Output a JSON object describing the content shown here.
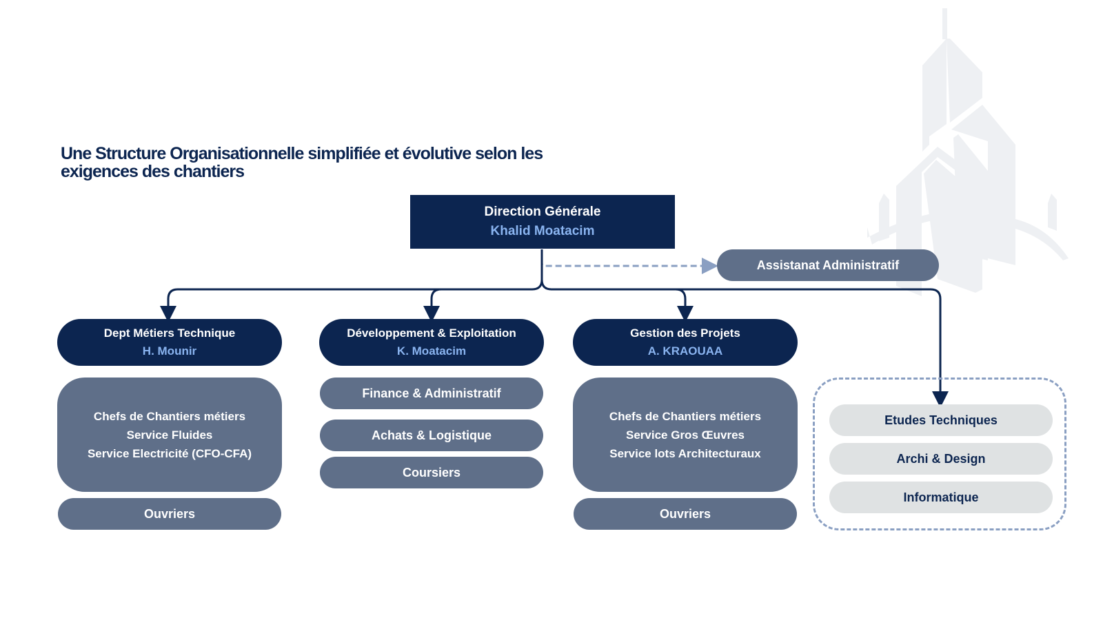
{
  "title": {
    "line1": "Une Structure Organisationnelle simplifiée et évolutive selon les",
    "line2": "exigences des chantiers"
  },
  "colors": {
    "navy": "#0c2550",
    "slate": "#5f6f89",
    "light_gray": "#dfe2e3",
    "name_blue": "#8ab4f0",
    "dashed_blue": "#8a9fc2",
    "watermark": "#eef0f3"
  },
  "direction": {
    "title": "Direction Générale",
    "name": "Khalid Moatacim"
  },
  "assistant": {
    "label": "Assistanat Administratif"
  },
  "departments": [
    {
      "title": "Dept Métiers Technique",
      "name": "H. Mounir",
      "units": [
        {
          "lines": [
            "Chefs de Chantiers métiers",
            "Service Fluides",
            "Service Electricité (CFO-CFA)"
          ]
        },
        {
          "lines": [
            "Ouvriers"
          ]
        }
      ]
    },
    {
      "title": "Développement & Exploitation",
      "name": "K. Moatacim",
      "units": [
        {
          "lines": [
            "Finance & Administratif"
          ]
        },
        {
          "lines": [
            "Achats & Logistique"
          ]
        },
        {
          "lines": [
            "Coursiers"
          ]
        }
      ]
    },
    {
      "title": "Gestion des Projets",
      "name": "A. KRAOUAA",
      "units": [
        {
          "lines": [
            "Chefs de Chantiers métiers",
            "Service Gros Œuvres",
            "Service lots Architecturaux"
          ]
        },
        {
          "lines": [
            "Ouvriers"
          ]
        }
      ]
    }
  ],
  "support_group": {
    "items": [
      "Etudes Techniques",
      "Archi & Design",
      "Informatique"
    ]
  },
  "watermark_icon": "buildings-logo-icon"
}
